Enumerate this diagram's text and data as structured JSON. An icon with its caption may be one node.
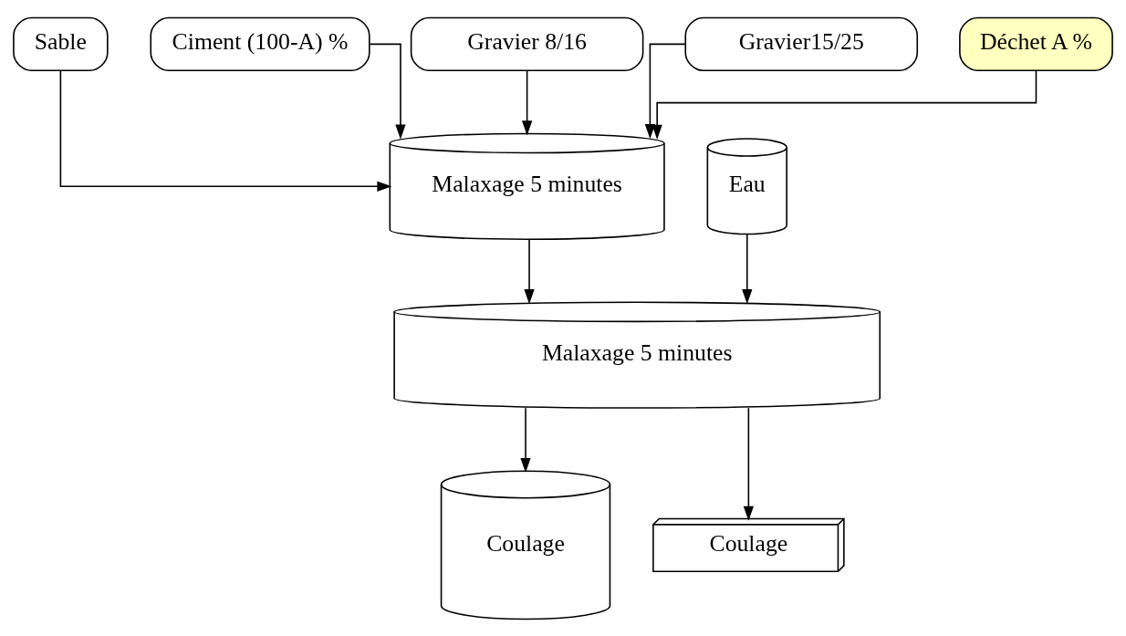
{
  "diagram": {
    "nodes": [
      {
        "text": [
          "Sable"
        ]
      },
      {
        "text": [
          "Ciment (100-A) %"
        ]
      },
      {
        "text": [
          "Gravier 8/16"
        ]
      },
      {
        "text": [
          "Gravier15/25"
        ]
      },
      {
        "text": [
          "Déchet A %"
        ]
      },
      {
        "text": [
          "Malaxage 5 minutes"
        ]
      },
      {
        "text": [
          "Eau"
        ]
      },
      {
        "text": [
          "Malaxage 5 minutes"
        ]
      },
      {
        "text": [
          "Coulage"
        ]
      },
      {
        "text": [
          "Coulage"
        ]
      }
    ],
    "edges": [
      {
        "from": 0,
        "to": 5,
        "arrow": "to"
      },
      {
        "from": 1,
        "to": 5,
        "arrow": "to"
      },
      {
        "from": 2,
        "to": 5,
        "arrow": "to"
      },
      {
        "from": 3,
        "to": 5,
        "arrow": "to"
      },
      {
        "from": 4,
        "to": 5,
        "arrow": "to"
      },
      {
        "from": 5,
        "to": 7,
        "arrow": "to"
      },
      {
        "from": 6,
        "to": 7,
        "arrow": "to"
      },
      {
        "from": 7,
        "to": 8,
        "arrow": "to"
      },
      {
        "from": 7,
        "to": 9,
        "arrow": "to"
      }
    ]
  }
}
